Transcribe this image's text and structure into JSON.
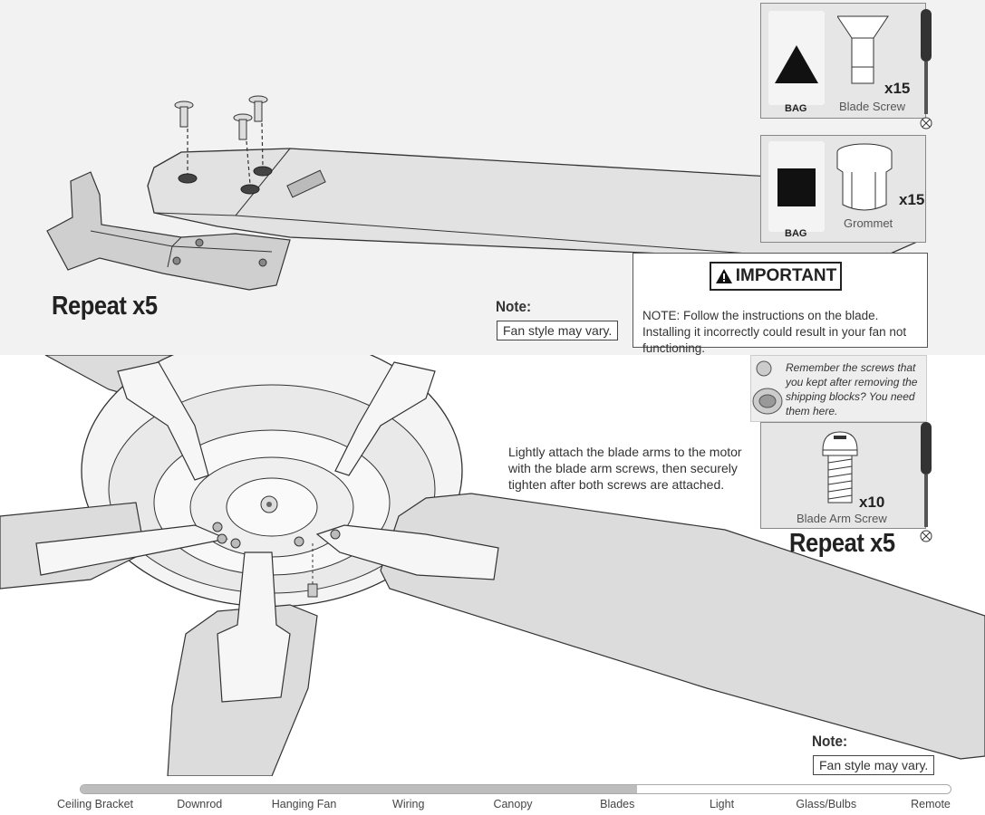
{
  "top": {
    "repeat_label": "Repeat x5",
    "note": {
      "label": "Note:",
      "text": "Fan style may vary."
    },
    "parts": [
      {
        "bag_symbol": "triangle",
        "bag_label": "BAG",
        "qty": "x15",
        "name": "Blade Screw"
      },
      {
        "bag_symbol": "square",
        "bag_label": "BAG",
        "qty": "x15",
        "name": "Grommet"
      }
    ],
    "important": {
      "title": "IMPORTANT",
      "text": "NOTE: Follow the instructions on the blade. Installing it incorrectly could result in your fan not functioning."
    }
  },
  "bottom": {
    "remember_text": "Remember the screws that you kept after removing the shipping blocks? You need them here.",
    "instruction": "Lightly attach the blade arms to the motor with the blade arm screws, then securely tighten after both screws are attached.",
    "part": {
      "qty": "x10",
      "name": "Blade Arm Screw"
    },
    "repeat_label": "Repeat x5",
    "note": {
      "label": "Note:",
      "text": "Fan style may vary."
    }
  },
  "progress": {
    "steps": [
      "Ceiling Bracket",
      "Downrod",
      "Hanging Fan",
      "Wiring",
      "Canopy",
      "Blades",
      "Light",
      "Glass/Bulbs",
      "Remote"
    ],
    "current_step": "Blades",
    "fraction_complete": 0.64
  },
  "colors": {
    "panel_gray": "#f2f2f2",
    "blade_gray": "#dcdcdc",
    "progress_fill": "#bdbdbd"
  }
}
